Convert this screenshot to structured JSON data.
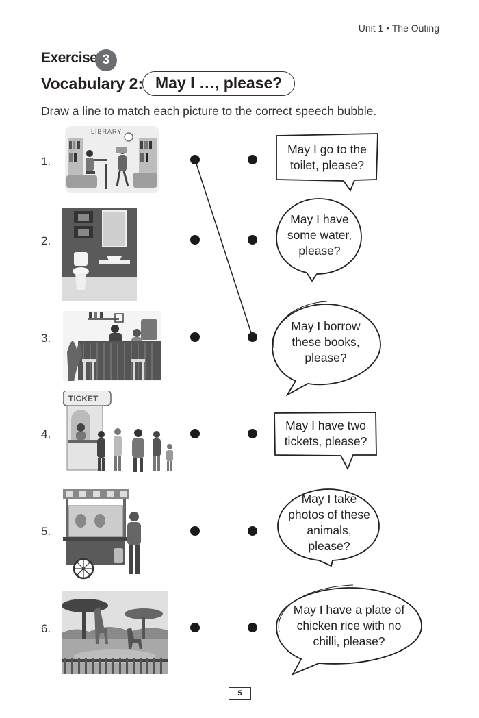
{
  "header": {
    "running_head": "Unit 1 • The Outing"
  },
  "exercise": {
    "label": "Exercise",
    "number": "3",
    "vocab_label": "Vocabulary 2:",
    "vocab_topic": "May I …, please?",
    "instruction": "Draw a line to match each picture to the correct speech bubble."
  },
  "items": [
    {
      "number": "1.",
      "picture_label": "LIBRARY"
    },
    {
      "number": "2."
    },
    {
      "number": "3."
    },
    {
      "number": "4.",
      "picture_label": "TICKET"
    },
    {
      "number": "5."
    },
    {
      "number": "6."
    }
  ],
  "bubbles": [
    {
      "text": "May I go to the toilet, please?"
    },
    {
      "text": "May I have some water, please?"
    },
    {
      "text": "May I borrow these books, please?"
    },
    {
      "text": "May I have two tickets, please?"
    },
    {
      "text": "May I take photos of these animals, please?"
    },
    {
      "text": "May I have a plate of chicken rice with no chilli, please?"
    }
  ],
  "drawn_lines": [
    {
      "from_item": 1,
      "to_bubble": 3
    }
  ],
  "footer": {
    "page_number": "5"
  }
}
